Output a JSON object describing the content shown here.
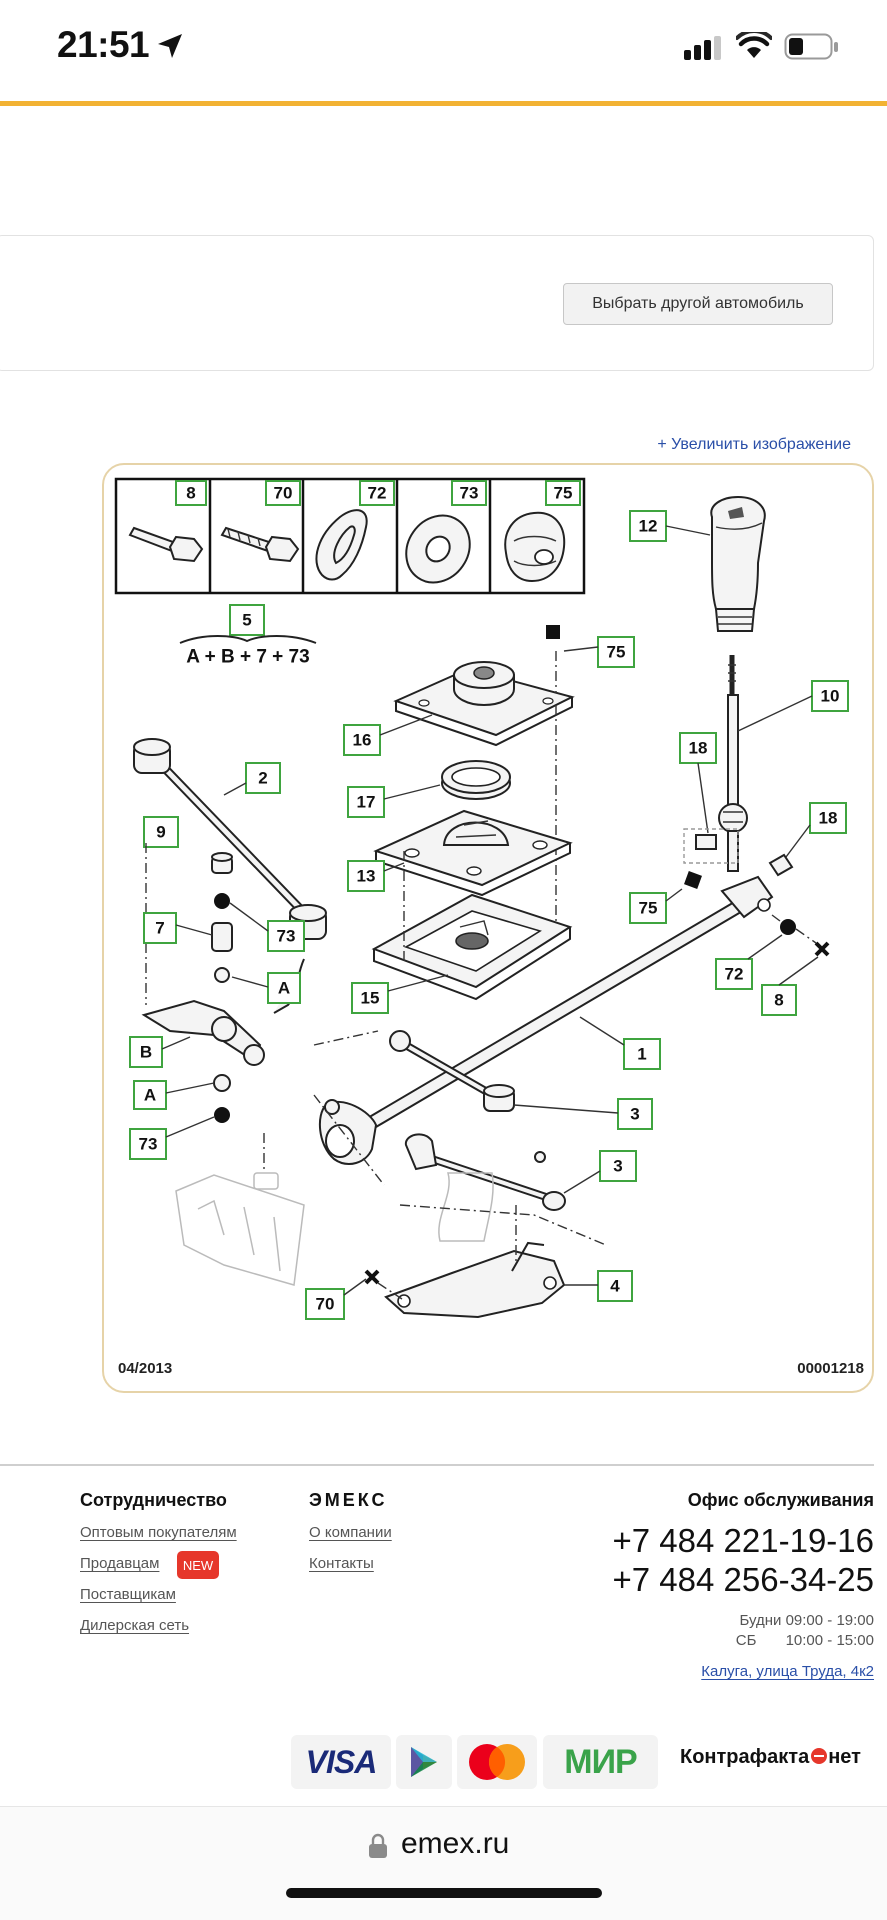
{
  "status_bar": {
    "time": "21:51"
  },
  "vehicle_bar": {
    "change_car_button": "Выбрать другой автомобиль"
  },
  "diagram": {
    "enlarge_link": "+ Увеличить изображение",
    "date_code": "04/2013",
    "image_code": "00001218",
    "formula": "A + B + 7 + 73",
    "legend_parts": [
      "8",
      "70",
      "72",
      "73",
      "75"
    ],
    "labels": {
      "p1": "1",
      "p2": "2",
      "p3a": "3",
      "p3b": "3",
      "p4": "4",
      "p5": "5",
      "p7": "7",
      "p8": "8",
      "p9": "9",
      "p10": "10",
      "p12": "12",
      "p13": "13",
      "p15": "15",
      "p16": "16",
      "p17": "17",
      "p18a": "18",
      "p18b": "18",
      "p70": "70",
      "p72": "72",
      "p73a": "73",
      "p73b": "73",
      "p75a": "75",
      "p75b": "75",
      "pA1": "A",
      "pA2": "A",
      "pB": "B"
    }
  },
  "footer": {
    "cooperation": {
      "title": "Сотрудничество",
      "links": [
        "Оптовым покупателям",
        "Продавцам",
        "Поставщикам",
        "Дилерская сеть"
      ],
      "new_badge": "NEW"
    },
    "emex": {
      "title": "ЭМЕКС",
      "links": [
        "О компании",
        "Контакты"
      ]
    },
    "office": {
      "title": "Офис обслуживания",
      "phones": [
        "+7 484 221-19-16",
        "+7 484 256-34-25"
      ],
      "hours_weekdays": "Будни 09:00 - 19:00",
      "hours_saturday": "СБ       10:00 - 15:00",
      "address": "Калуга, улица Труда, 4к2"
    },
    "payments": {
      "visa": "VISA",
      "mir": "МИР"
    },
    "kontrafakta": {
      "before": "Контрафакта",
      "after": "нет"
    }
  },
  "browser": {
    "url": "emex.ru"
  }
}
